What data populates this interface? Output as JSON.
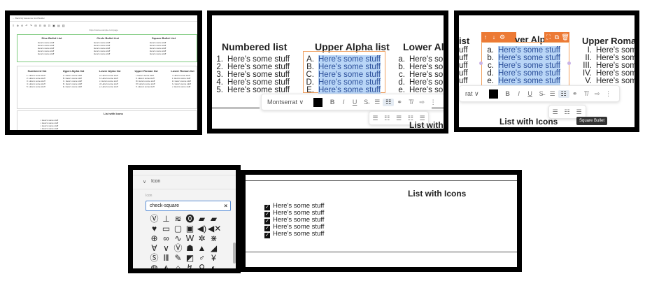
{
  "p1": {
    "top_bar": "← Back   My Awesome Grid Builder",
    "toolbar_icons": "≡ ⊕ ⊖ ↶ ↷ ⊞ ⊟ ⊠ ⊡ ▣ ▤ ▥",
    "url": "https://www.example.com/page",
    "row1": [
      {
        "title": "Disc Bullet List",
        "items": [
          "Here's some stuff",
          "Here's some stuff",
          "Here's some stuff",
          "Here's some stuff",
          "Here's some stuff"
        ]
      },
      {
        "title": "Circle Bullet List",
        "items": [
          "Here's some stuff",
          "Here's some stuff",
          "Here's some stuff",
          "Here's some stuff",
          "Here's some stuff"
        ]
      },
      {
        "title": "Square Bullet List",
        "items": [
          "Here's some stuff",
          "Here's some stuff",
          "Here's some stuff",
          "Here's some stuff",
          "Here's some stuff"
        ]
      }
    ],
    "row2": [
      {
        "title": "Numbered list",
        "items": [
          "1. Here's some stuff",
          "2. Here's some stuff",
          "3. Here's some stuff",
          "4. Here's some stuff",
          "5. Here's some stuff"
        ]
      },
      {
        "title": "Upper Alpha list",
        "items": [
          "A. Here's some stuff",
          "B. Here's some stuff",
          "C. Here's some stuff",
          "D. Here's some stuff",
          "E. Here's some stuff"
        ]
      },
      {
        "title": "Lower Alpha list",
        "items": [
          "a. Here's some stuff",
          "b. Here's some stuff",
          "c. Here's some stuff",
          "d. Here's some stuff",
          "e. Here's some stuff"
        ]
      },
      {
        "title": "Upper Roman list",
        "items": [
          "I. Here's some stuff",
          "II. Here's some stuff",
          "III. Here's some stuff",
          "IV. Here's some stuff",
          "V. Here's some stuff"
        ]
      },
      {
        "title": "Lower Roman list",
        "items": [
          "i. Here's some stuff",
          "ii. Here's some stuff",
          "iii. Here's some stuff",
          "iv. Here's some stuff",
          "v. Here's some stuff"
        ]
      }
    ],
    "icons_title": "List with Icons",
    "icons_items": [
      "Here's some stuff",
      "Here's some stuff",
      "Here's some stuff",
      "Here's some stuff",
      "Here's some stuff"
    ]
  },
  "p2": {
    "numbered_title": "Numbered list",
    "upper_title": "Upper Alpha list",
    "lower_title": "Lower Alph",
    "numbered": [
      {
        "m": "1.",
        "t": "Here's some stuff"
      },
      {
        "m": "2.",
        "t": "Here's some stuff"
      },
      {
        "m": "3.",
        "t": "Here's some stuff"
      },
      {
        "m": "4.",
        "t": "Here's some stuff"
      },
      {
        "m": "5.",
        "t": "Here's some stuff"
      }
    ],
    "upper": [
      {
        "m": "A.",
        "t": "Here's some stuff"
      },
      {
        "m": "B.",
        "t": "Here's some stuff"
      },
      {
        "m": "C.",
        "t": "Here's some stuff"
      },
      {
        "m": "D.",
        "t": "Here's some stuff"
      },
      {
        "m": "E.",
        "t": "Here's some stuff"
      }
    ],
    "lower": [
      {
        "m": "a.",
        "t": "Here's som"
      },
      {
        "m": "b.",
        "t": "Here's som"
      },
      {
        "m": "c.",
        "t": "Here's som"
      },
      {
        "m": "d.",
        "t": "Here's som"
      },
      {
        "m": "e.",
        "t": "Here's som"
      }
    ],
    "font_select": "Montserrat ∨",
    "icons_title": "List with Ic"
  },
  "p3": {
    "left_frag": "ist",
    "lower_title": "ver Alpha",
    "right_title": "Upper Roma",
    "left_items": [
      "uff",
      "uff",
      "uff",
      "uff",
      "uff"
    ],
    "lower": [
      {
        "m": "a.",
        "t": "Here's some stuff"
      },
      {
        "m": "b.",
        "t": "Here's some stuff"
      },
      {
        "m": "c.",
        "t": "Here's some stuff"
      },
      {
        "m": "d.",
        "t": "Here's some stuff"
      },
      {
        "m": "e.",
        "t": "Here's some stuff"
      }
    ],
    "roman": [
      {
        "m": "I.",
        "t": "Here's some"
      },
      {
        "m": "II.",
        "t": "Here's some"
      },
      {
        "m": "III.",
        "t": "Here's some"
      },
      {
        "m": "IV.",
        "t": "Here's some"
      },
      {
        "m": "V.",
        "t": "Here's some"
      }
    ],
    "font_select": "rat ∨",
    "tooltip": "Square Bullet",
    "icons_title": "List with Icons"
  },
  "p4": {
    "section_title": "Icon",
    "field_label": "Icon",
    "search_value": "check-square",
    "icon_glyphs": [
      "Ⓥ",
      "⊥",
      "≋",
      "⓿",
      "▰",
      "▰",
      "♥",
      "▭",
      "▢",
      "▣",
      "◀)",
      "◀✕",
      "⊕",
      "∞",
      "∿",
      "Ｗ",
      "✲",
      "⋇",
      "∀",
      "∨",
      "Ⓥ",
      "☗",
      "▲",
      "◢",
      "Ⓢ",
      "Ⅲ",
      "✎",
      "◩",
      "♂",
      "¥",
      "◍",
      "◭",
      "⌂",
      "↯",
      "⚲",
      "◐"
    ]
  },
  "p5": {
    "title": "List with Icons",
    "items": [
      "Here's some stuff",
      "Here's some stuff",
      "Here's some stuff",
      "Here's some stuff",
      "Here's some stuff"
    ],
    "check_glyph": "✓"
  },
  "colors": {
    "selection_highlight": "#b9d6f7",
    "selection_border": "#f0a060",
    "orange": "#ec7a35",
    "input_focus": "#5b8fd6"
  }
}
